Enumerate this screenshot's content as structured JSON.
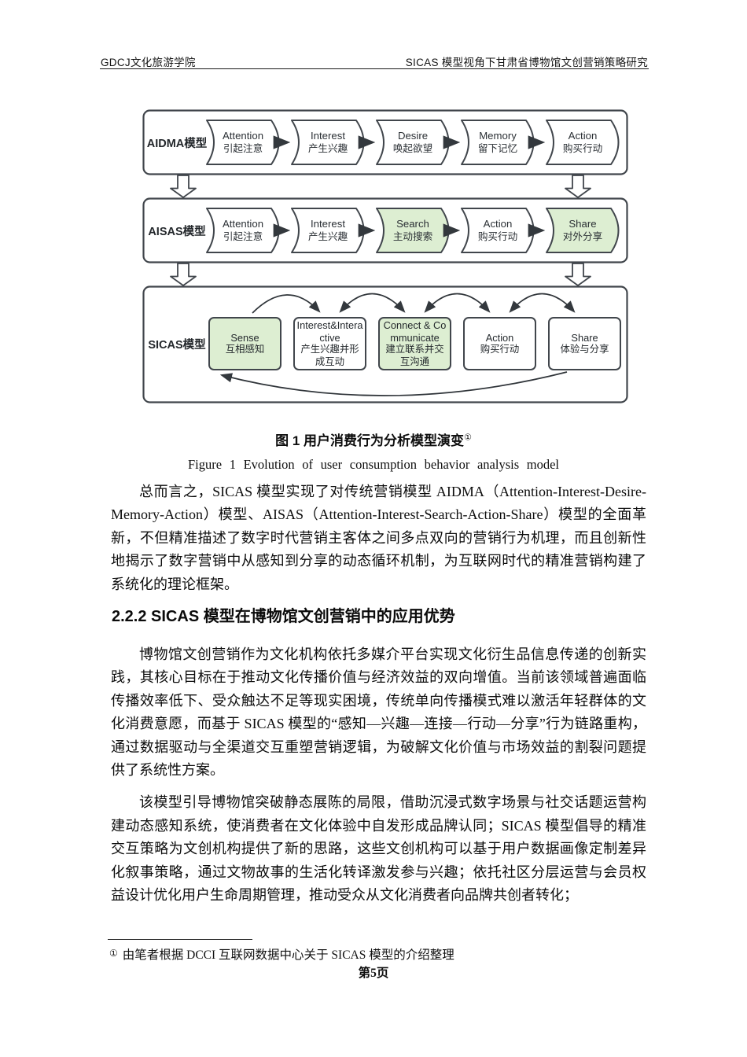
{
  "header": {
    "left": "GDCJ文化旅游学院",
    "right": "SICAS 模型视角下甘肃省博物馆文创营销策略研究"
  },
  "diagram": {
    "colors": {
      "border": "#41464c",
      "green_fill": "#ddeed2",
      "white_fill": "#ffffff",
      "arrow": "#33383d"
    },
    "rows": [
      {
        "label": "AIDMA模型",
        "stages": [
          {
            "en": "Attention",
            "zh": "引起注意",
            "green": false
          },
          {
            "en": "Interest",
            "zh": "产生兴趣",
            "green": false
          },
          {
            "en": "Desire",
            "zh": "唤起欲望",
            "green": false
          },
          {
            "en": "Memory",
            "zh": "留下记忆",
            "green": false
          },
          {
            "en": "Action",
            "zh": "购买行动",
            "green": false
          }
        ]
      },
      {
        "label": "AISAS模型",
        "stages": [
          {
            "en": "Attention",
            "zh": "引起注意",
            "green": false
          },
          {
            "en": "Interest",
            "zh": "产生兴趣",
            "green": false
          },
          {
            "en": "Search",
            "zh": "主动搜索",
            "green": true
          },
          {
            "en": "Action",
            "zh": "购买行动",
            "green": false
          },
          {
            "en": "Share",
            "zh": "对外分享",
            "green": true
          }
        ]
      },
      {
        "label": "SICAS模型",
        "stages": [
          {
            "en": "Sense",
            "zh": "互相感知",
            "green": true
          },
          {
            "en": "Interest&Interactive",
            "zh": "产生兴趣并形成互动",
            "green": false
          },
          {
            "en": "Connect & Communicate",
            "zh": "建立联系并交互沟通",
            "green": true
          },
          {
            "en": "Action",
            "zh": "购买行动",
            "green": false
          },
          {
            "en": "Share",
            "zh": "体验与分享",
            "green": false
          }
        ]
      }
    ]
  },
  "caption": {
    "zh": "图 1 用户消费行为分析模型演变",
    "sup": "①",
    "en": "Figure 1 Evolution of user consumption behavior analysis model"
  },
  "content": {
    "p1": "总而言之，SICAS 模型实现了对传统营销模型 AIDMA（Attention-Interest-Desire-Memory-Action）模型、AISAS（Attention-Interest-Search-Action-Share）模型的全面革新，不但精准描述了数字时代营销主客体之间多点双向的营销行为机理，而且创新性地揭示了数字营销中从感知到分享的动态循环机制，为互联网时代的精准营销构建了系统化的理论框架。",
    "heading": "2.2.2 SICAS 模型在博物馆文创营销中的应用优势",
    "p2": "博物馆文创营销作为文化机构依托多媒介平台实现文化衍生品信息传递的创新实践，其核心目标在于推动文化传播价值与经济效益的双向增值。当前该领域普遍面临传播效率低下、受众触达不足等现实困境，传统单向传播模式难以激活年轻群体的文化消费意愿，而基于 SICAS 模型的“感知—兴趣—连接—行动—分享”行为链路重构，通过数据驱动与全渠道交互重塑营销逻辑，为破解文化价值与市场效益的割裂问题提供了系统性方案。",
    "p3": "该模型引导博物馆突破静态展陈的局限，借助沉浸式数字场景与社交话题运营构建动态感知系统，使消费者在文化体验中自发形成品牌认同；SICAS 模型倡导的精准交互策略为文创机构提供了新的思路，这些文创机构可以基于用户数据画像定制差异化叙事策略，通过文物故事的生活化转译激发参与兴趣；依托社区分层运营与会员权益设计优化用户生命周期管理，推动受众从文化消费者向品牌共创者转化；"
  },
  "footnote": {
    "marker": "①",
    "text": "由笔者根据 DCCI 互联网数据中心关于 SICAS 模型的介绍整理"
  },
  "page_number": "第5页"
}
